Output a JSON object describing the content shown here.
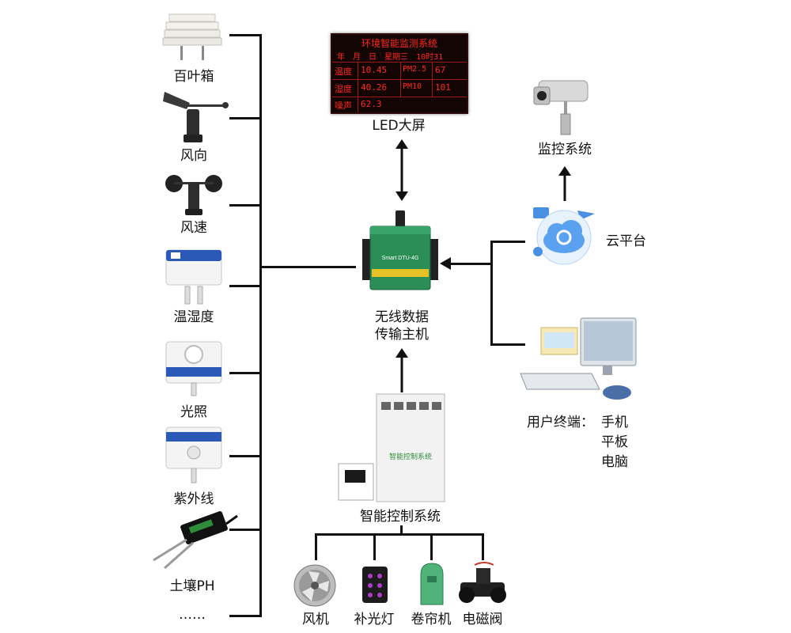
{
  "sensors": {
    "baiye": "百叶箱",
    "wind_dir": "风向",
    "wind_speed": "风速",
    "temp_hum": "温湿度",
    "light": "光照",
    "uv": "紫外线",
    "soil_ph": "土壤PH",
    "more": "……"
  },
  "led": {
    "label": "LED大屏",
    "title": "环境智能监测系统",
    "date_line": "年 月 日 星期三 10时31",
    "temp_key": "温度",
    "temp_val": "10.45",
    "pm25_key": "PM2.5",
    "pm25_val": "67",
    "hum_key": "湿度",
    "hum_val": "40.26",
    "pm10_key": "PM10",
    "pm10_val": "101",
    "noise_key": "噪声",
    "noise_val": "62.3"
  },
  "dtu": {
    "label_line1": "无线数据",
    "label_line2": "传输主机",
    "device_text": "Smart DTU-4G"
  },
  "cloud": {
    "label": "云平台"
  },
  "monitor": {
    "label": "监控系统"
  },
  "user": {
    "prefix": "用户终端：",
    "phone": "手机",
    "tablet": "平板",
    "pc": "电脑"
  },
  "control": {
    "label": "智能控制系统",
    "cabinet_text": "智能控制系统"
  },
  "actuators": {
    "fan": "风机",
    "fill_light": "补光灯",
    "curtain": "卷帘机",
    "valve": "电磁阀"
  }
}
